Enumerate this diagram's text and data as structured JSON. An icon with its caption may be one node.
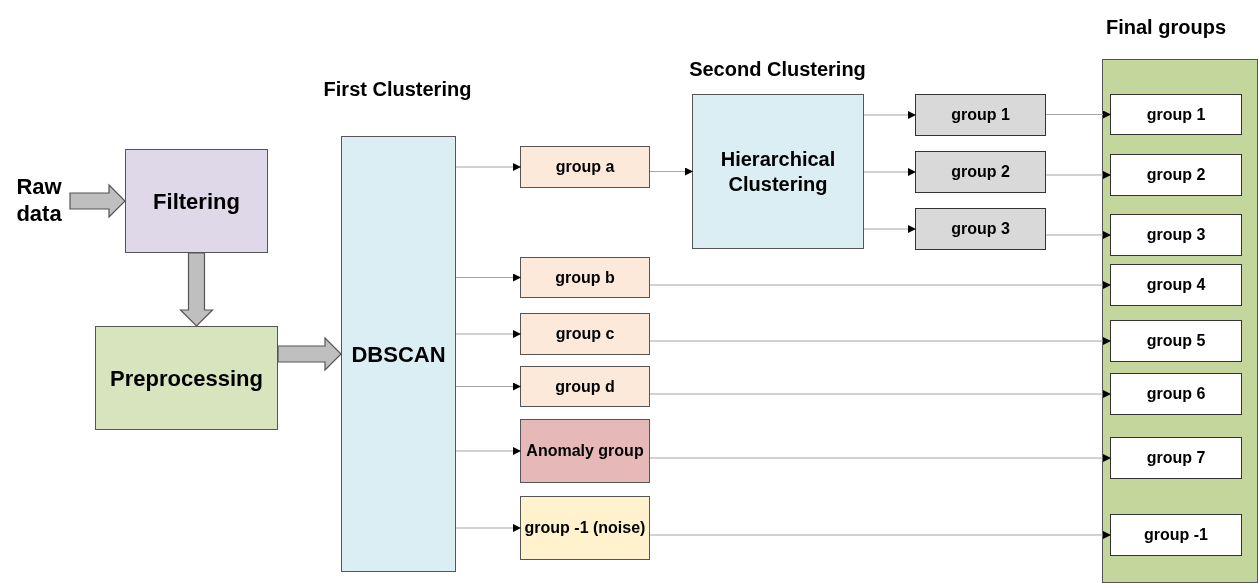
{
  "diagram": {
    "nodes": [
      {
        "text": [
          "Raw data"
        ]
      },
      {
        "text": [
          "Filtering"
        ]
      },
      {
        "text": [
          "Preprocessing"
        ]
      },
      {
        "text": [
          "DBSCAN"
        ]
      },
      {
        "text": [
          "group a"
        ]
      },
      {
        "text": [
          "group b"
        ]
      },
      {
        "text": [
          "group c"
        ]
      },
      {
        "text": [
          "group d"
        ]
      },
      {
        "text": [
          "Anomaly group"
        ]
      },
      {
        "text": [
          "group -1 (noise)"
        ]
      },
      {
        "text": [
          "Hierarchical Clustering"
        ]
      },
      {
        "text": [
          "group 1"
        ]
      },
      {
        "text": [
          "group 2"
        ]
      },
      {
        "text": [
          "group 3"
        ]
      },
      {
        "text": [
          "Final groups"
        ]
      },
      {
        "text": [
          "group 1"
        ],
        "in": 14
      },
      {
        "text": [
          "group 2"
        ],
        "in": 14
      },
      {
        "text": [
          "group 3"
        ],
        "in": 14
      },
      {
        "text": [
          "group 4"
        ],
        "in": 14
      },
      {
        "text": [
          "group 5"
        ],
        "in": 14
      },
      {
        "text": [
          "group 6"
        ],
        "in": 14
      },
      {
        "text": [
          "group 7"
        ],
        "in": 14
      },
      {
        "text": [
          "group -1"
        ],
        "in": 14
      }
    ],
    "edges": [
      {
        "from": 0,
        "to": 1,
        "arrow": "to",
        "style": "thick",
        "color": "#bfbfbf"
      },
      {
        "from": 1,
        "to": 2,
        "arrow": "to",
        "style": "thick",
        "color": "#bfbfbf"
      },
      {
        "from": 2,
        "to": 3,
        "arrow": "to",
        "style": "thick",
        "color": "#bfbfbf"
      },
      {
        "from": 3,
        "to": 4,
        "arrow": "to"
      },
      {
        "from": 3,
        "to": 5,
        "arrow": "to"
      },
      {
        "from": 3,
        "to": 6,
        "arrow": "to"
      },
      {
        "from": 3,
        "to": 7,
        "arrow": "to"
      },
      {
        "from": 3,
        "to": 8,
        "arrow": "to"
      },
      {
        "from": 3,
        "to": 9,
        "arrow": "to"
      },
      {
        "from": 4,
        "to": 10,
        "arrow": "to"
      },
      {
        "from": 10,
        "to": 11,
        "arrow": "to"
      },
      {
        "from": 10,
        "to": 12,
        "arrow": "to"
      },
      {
        "from": 10,
        "to": 13,
        "arrow": "to"
      },
      {
        "from": 11,
        "to": 15,
        "arrow": "to"
      },
      {
        "from": 12,
        "to": 16,
        "arrow": "to"
      },
      {
        "from": 13,
        "to": 17,
        "arrow": "to"
      },
      {
        "from": 5,
        "to": 18,
        "arrow": "to"
      },
      {
        "from": 6,
        "to": 19,
        "arrow": "to"
      },
      {
        "from": 7,
        "to": 20,
        "arrow": "to"
      },
      {
        "from": 8,
        "to": 21,
        "arrow": "to"
      },
      {
        "from": 9,
        "to": 22,
        "arrow": "to"
      }
    ],
    "labels": [
      "First Clustering",
      "Second Clustering"
    ]
  }
}
